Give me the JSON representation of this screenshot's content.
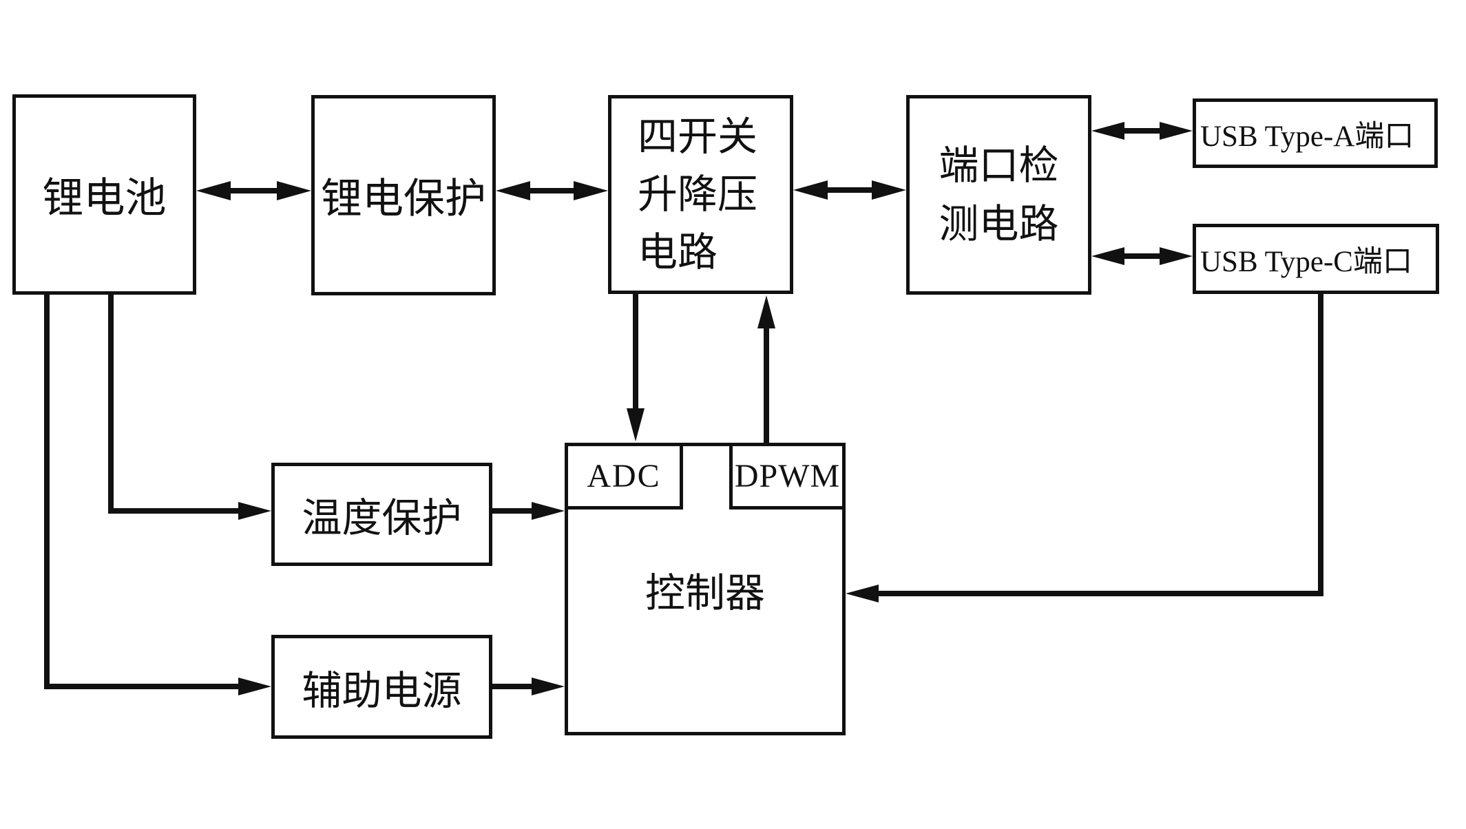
{
  "palette": {
    "ink": "#111111",
    "paper": "#ffffff"
  },
  "nodes": {
    "battery": {
      "label": "锂电池"
    },
    "battery_protection": {
      "label": "锂电保护"
    },
    "buck_boost": {
      "lines": [
        "四开关",
        "升降压",
        "电路"
      ]
    },
    "port_detect": {
      "lines": [
        "端口检",
        "测电路"
      ]
    },
    "usb_a": {
      "label": "USB Type-A端口"
    },
    "usb_c": {
      "label": "USB Type-C端口"
    },
    "temp_protection": {
      "label": "温度保护"
    },
    "aux_power": {
      "label": "辅助电源"
    },
    "controller": {
      "label": "控制器"
    },
    "adc": {
      "label": "ADC"
    },
    "dpwm": {
      "label": "DPWM"
    }
  }
}
